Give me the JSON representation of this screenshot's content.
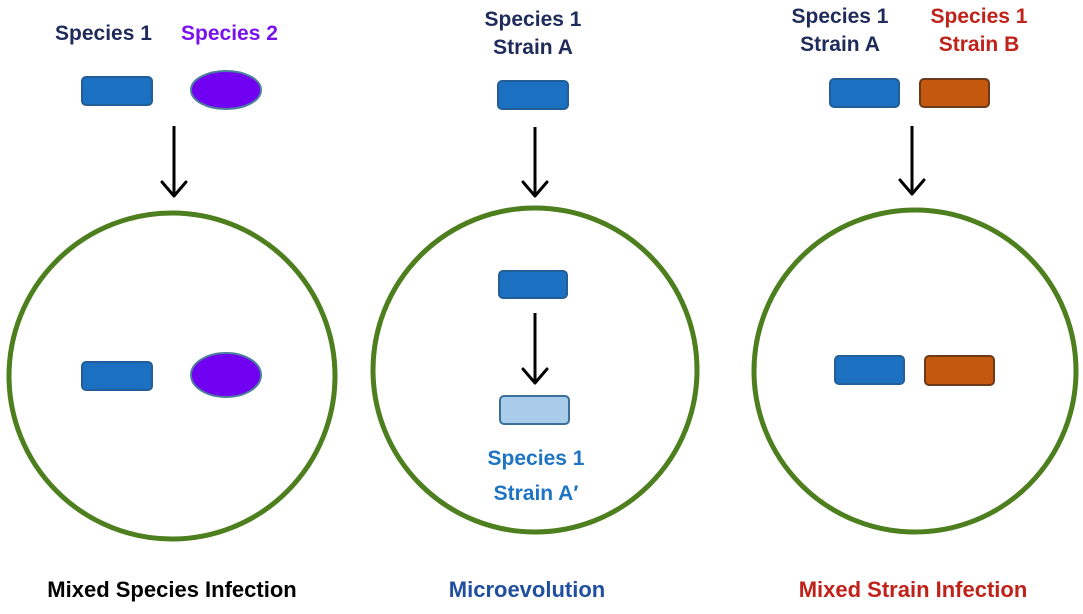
{
  "colors": {
    "species1_fill": "#1B70C2",
    "species1_stroke": "#235e96",
    "species2_fill": "#7100F2",
    "strainB_fill": "#C4580F",
    "strainAprime_fill": "#A9CCEA",
    "host_circle_stroke": "#4E7F1E",
    "arrow": "#000000",
    "dark_navy_text": "#1F2B5A",
    "purple_text": "#7A12F0",
    "red_text": "#C0221A",
    "blue_text": "#1E74C4",
    "caption_dark": "#000000",
    "caption_blue": "#1F4F9E",
    "caption_red": "#C0221A"
  },
  "panels": [
    {
      "caption": "Mixed Species Infection",
      "top_labels": [
        {
          "lines": [
            "Species 1"
          ]
        },
        {
          "lines": [
            "Species 2"
          ]
        }
      ]
    },
    {
      "caption": "Microevolution",
      "top_labels": [
        {
          "lines": [
            "Species 1",
            "Strain A"
          ]
        }
      ],
      "inner_label": [
        "Species 1",
        "Strain A′"
      ]
    },
    {
      "caption": "Mixed Strain Infection",
      "top_labels": [
        {
          "lines": [
            "Species 1",
            "Strain A"
          ]
        },
        {
          "lines": [
            "Species 1",
            "Strain B"
          ]
        }
      ]
    }
  ]
}
